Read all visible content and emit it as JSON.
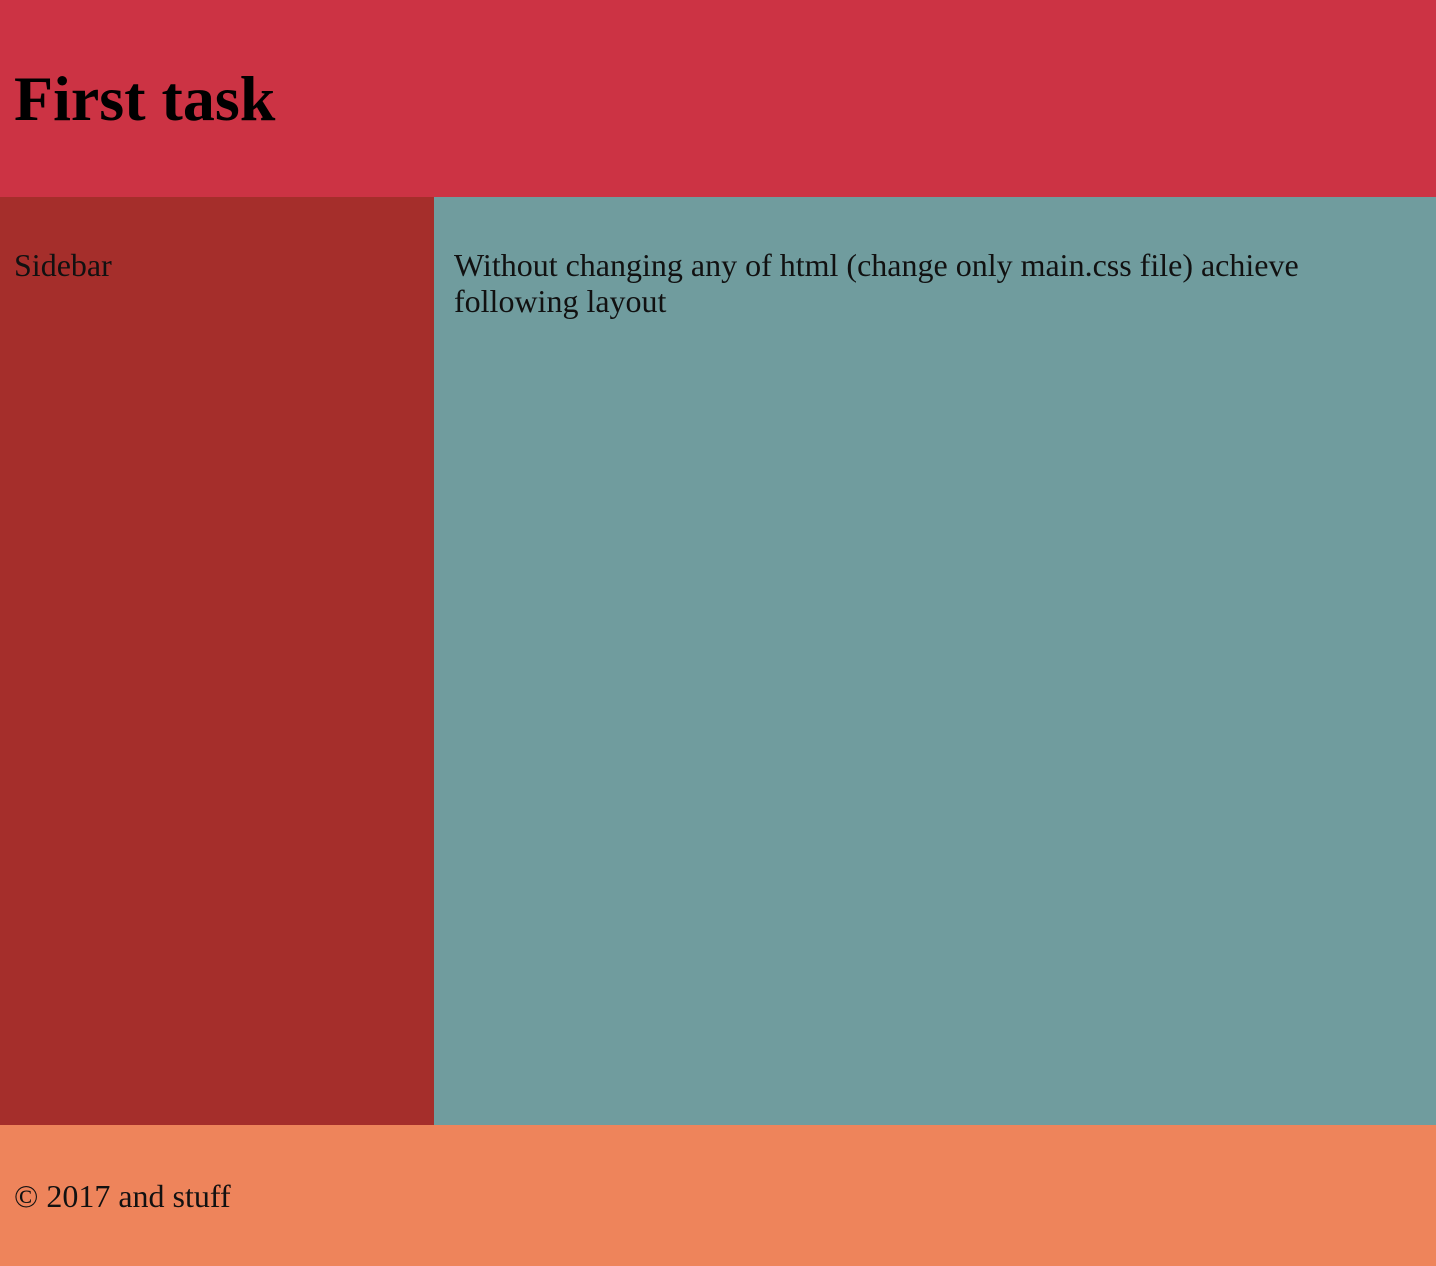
{
  "header": {
    "title": "First task",
    "color": "#cc3344"
  },
  "sidebar": {
    "label": "Sidebar",
    "color": "#a52e2b"
  },
  "content": {
    "text": "Without changing any of html (change only main.css file) achieve following layout",
    "color": "#709c9e"
  },
  "footer": {
    "text": "© 2017 and stuff",
    "color": "#ee845b"
  }
}
